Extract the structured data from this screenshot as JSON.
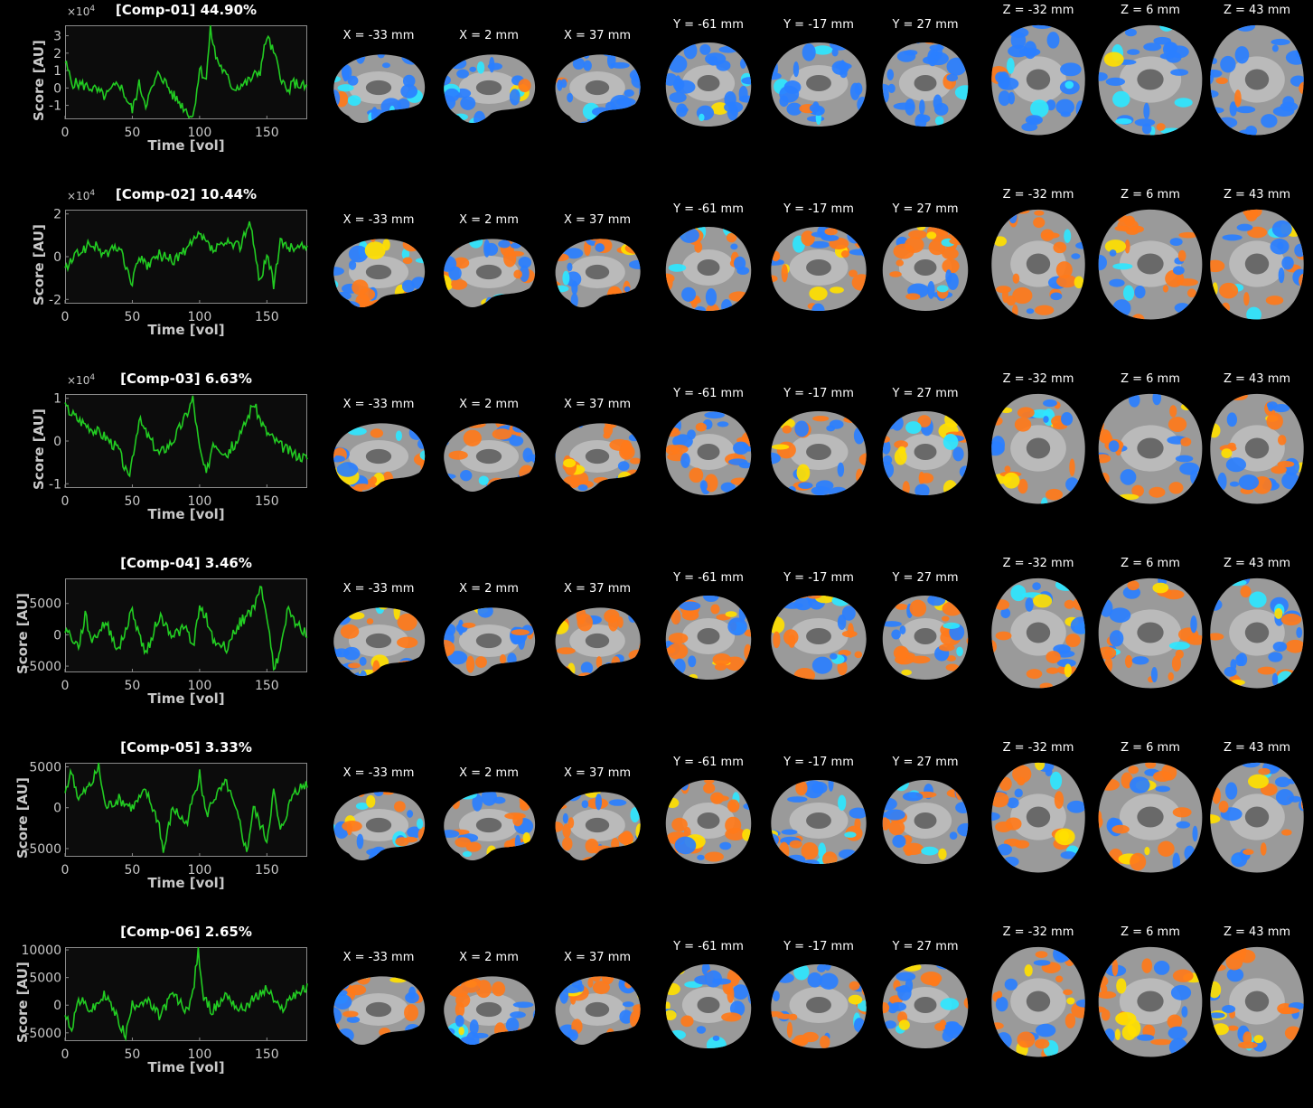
{
  "x_axis": {
    "label": "Time [vol]",
    "ticks": [
      "0",
      "50",
      "100",
      "150"
    ],
    "range": [
      0,
      180
    ]
  },
  "y_axis_label": "Score [AU]",
  "slice_labels": [
    "X = -33 mm",
    "X = 2 mm",
    "X = 37 mm",
    "Y = -61 mm",
    "Y = -17 mm",
    "Y = 27 mm",
    "Z = -32 mm",
    "Z = 6 mm",
    "Z = 43 mm"
  ],
  "colors": {
    "timecourse": "#22cc22",
    "negative": "#2a7fff",
    "positive": "#ff7a1a",
    "strong_positive": "#ffe000",
    "strong_negative": "#2ee6ff",
    "background": "#000000"
  },
  "chart_data": [
    {
      "type": "line",
      "title": "[Comp-01] 44.90%",
      "multiplier": "×10",
      "exponent": "4",
      "ylim": [
        -1.8,
        3.6
      ],
      "yticks": [
        "3",
        "2",
        "1",
        "0",
        "-1"
      ],
      "ytick_values": [
        3,
        2,
        1,
        0,
        -1
      ],
      "keypoints": [
        [
          0,
          1.5
        ],
        [
          5,
          0.3
        ],
        [
          12,
          0.2
        ],
        [
          20,
          0.0
        ],
        [
          30,
          -0.5
        ],
        [
          40,
          0.3
        ],
        [
          50,
          -1.3
        ],
        [
          55,
          0.2
        ],
        [
          60,
          -0.9
        ],
        [
          70,
          0.9
        ],
        [
          80,
          -0.4
        ],
        [
          95,
          -1.7
        ],
        [
          100,
          1.1
        ],
        [
          105,
          0.5
        ],
        [
          108,
          3.4
        ],
        [
          112,
          1.8
        ],
        [
          118,
          0.9
        ],
        [
          125,
          0.0
        ],
        [
          135,
          0.3
        ],
        [
          145,
          1.0
        ],
        [
          150,
          3.0
        ],
        [
          155,
          2.0
        ],
        [
          160,
          0.8
        ],
        [
          165,
          -0.3
        ],
        [
          170,
          0.3
        ],
        [
          180,
          0.0
        ]
      ]
    },
    {
      "type": "line",
      "title": "[Comp-02] 10.44%",
      "multiplier": "×10",
      "exponent": "4",
      "ylim": [
        -2.2,
        2.2
      ],
      "yticks": [
        "2",
        "0",
        "-2"
      ],
      "ytick_values": [
        2,
        0,
        -2
      ],
      "keypoints": [
        [
          0,
          -0.6
        ],
        [
          10,
          0.2
        ],
        [
          20,
          0.6
        ],
        [
          30,
          0.1
        ],
        [
          40,
          0.5
        ],
        [
          50,
          -1.3
        ],
        [
          55,
          0.1
        ],
        [
          60,
          -0.5
        ],
        [
          70,
          0.1
        ],
        [
          80,
          -0.2
        ],
        [
          90,
          0.3
        ],
        [
          100,
          1.0
        ],
        [
          110,
          0.3
        ],
        [
          120,
          0.6
        ],
        [
          130,
          0.5
        ],
        [
          137,
          1.7
        ],
        [
          145,
          -1.2
        ],
        [
          150,
          0.2
        ],
        [
          155,
          -1.3
        ],
        [
          160,
          0.6
        ],
        [
          170,
          0.4
        ],
        [
          180,
          0.5
        ]
      ]
    },
    {
      "type": "line",
      "title": "[Comp-03] 6.63%",
      "multiplier": "×10",
      "exponent": "4",
      "ylim": [
        -1.1,
        1.1
      ],
      "yticks": [
        "1",
        "0",
        "-1"
      ],
      "ytick_values": [
        1,
        0,
        -1
      ],
      "keypoints": [
        [
          0,
          0.8
        ],
        [
          10,
          0.5
        ],
        [
          20,
          0.3
        ],
        [
          30,
          0.1
        ],
        [
          40,
          -0.2
        ],
        [
          47,
          -0.9
        ],
        [
          55,
          0.5
        ],
        [
          60,
          0.2
        ],
        [
          70,
          -0.3
        ],
        [
          80,
          0.0
        ],
        [
          90,
          0.6
        ],
        [
          95,
          1.0
        ],
        [
          100,
          -0.2
        ],
        [
          105,
          -0.8
        ],
        [
          110,
          0.0
        ],
        [
          120,
          -0.3
        ],
        [
          130,
          0.1
        ],
        [
          140,
          0.9
        ],
        [
          145,
          0.5
        ],
        [
          150,
          0.2
        ],
        [
          160,
          -0.1
        ],
        [
          170,
          -0.3
        ],
        [
          180,
          -0.4
        ]
      ]
    },
    {
      "type": "line",
      "title": "[Comp-04] 3.46%",
      "multiplier": "",
      "exponent": "",
      "ylim": [
        -6000,
        9000
      ],
      "yticks": [
        "5000",
        "0",
        "-5000"
      ],
      "ytick_values": [
        5000,
        0,
        -5000
      ],
      "keypoints": [
        [
          0,
          1000
        ],
        [
          10,
          -2000
        ],
        [
          15,
          3000
        ],
        [
          20,
          -1000
        ],
        [
          30,
          2000
        ],
        [
          40,
          -2500
        ],
        [
          50,
          4000
        ],
        [
          55,
          0
        ],
        [
          60,
          -3000
        ],
        [
          70,
          3000
        ],
        [
          80,
          0
        ],
        [
          90,
          1000
        ],
        [
          95,
          -2000
        ],
        [
          100,
          4000
        ],
        [
          105,
          3000
        ],
        [
          110,
          -1000
        ],
        [
          120,
          -2000
        ],
        [
          130,
          2000
        ],
        [
          140,
          4000
        ],
        [
          145,
          8000
        ],
        [
          150,
          3000
        ],
        [
          155,
          -5000
        ],
        [
          160,
          -3000
        ],
        [
          165,
          4000
        ],
        [
          170,
          2000
        ],
        [
          180,
          0
        ]
      ]
    },
    {
      "type": "line",
      "title": "[Comp-05] 3.33%",
      "multiplier": "",
      "exponent": "",
      "ylim": [
        -6000,
        5500
      ],
      "yticks": [
        "5000",
        "0",
        "-5000"
      ],
      "ytick_values": [
        5000,
        0,
        -5000
      ],
      "keypoints": [
        [
          0,
          2000
        ],
        [
          5,
          4500
        ],
        [
          10,
          1000
        ],
        [
          20,
          3000
        ],
        [
          25,
          5000
        ],
        [
          30,
          0
        ],
        [
          40,
          1000
        ],
        [
          50,
          0
        ],
        [
          60,
          2000
        ],
        [
          70,
          -2000
        ],
        [
          73,
          -5500
        ],
        [
          80,
          0
        ],
        [
          90,
          -2000
        ],
        [
          100,
          4000
        ],
        [
          105,
          -1000
        ],
        [
          110,
          1000
        ],
        [
          120,
          3000
        ],
        [
          130,
          -2000
        ],
        [
          135,
          -5500
        ],
        [
          140,
          0
        ],
        [
          150,
          -4000
        ],
        [
          155,
          2000
        ],
        [
          160,
          -3000
        ],
        [
          170,
          2000
        ],
        [
          180,
          3000
        ]
      ]
    },
    {
      "type": "line",
      "title": "[Comp-06] 2.65%",
      "multiplier": "",
      "exponent": "",
      "ylim": [
        -6500,
        10500
      ],
      "yticks": [
        "10000",
        "5000",
        "0",
        "-5000"
      ],
      "ytick_values": [
        10000,
        5000,
        0,
        -5000
      ],
      "keypoints": [
        [
          0,
          -2000
        ],
        [
          5,
          -4000
        ],
        [
          10,
          1000
        ],
        [
          20,
          -1000
        ],
        [
          30,
          2000
        ],
        [
          40,
          -3000
        ],
        [
          45,
          -5500
        ],
        [
          50,
          0
        ],
        [
          60,
          1000
        ],
        [
          70,
          -2000
        ],
        [
          80,
          2000
        ],
        [
          90,
          -1000
        ],
        [
          95,
          2000
        ],
        [
          99,
          10000
        ],
        [
          103,
          1000
        ],
        [
          110,
          -1000
        ],
        [
          120,
          2000
        ],
        [
          130,
          -1000
        ],
        [
          140,
          1000
        ],
        [
          150,
          3000
        ],
        [
          160,
          -1000
        ],
        [
          170,
          2000
        ],
        [
          180,
          3000
        ]
      ]
    }
  ]
}
